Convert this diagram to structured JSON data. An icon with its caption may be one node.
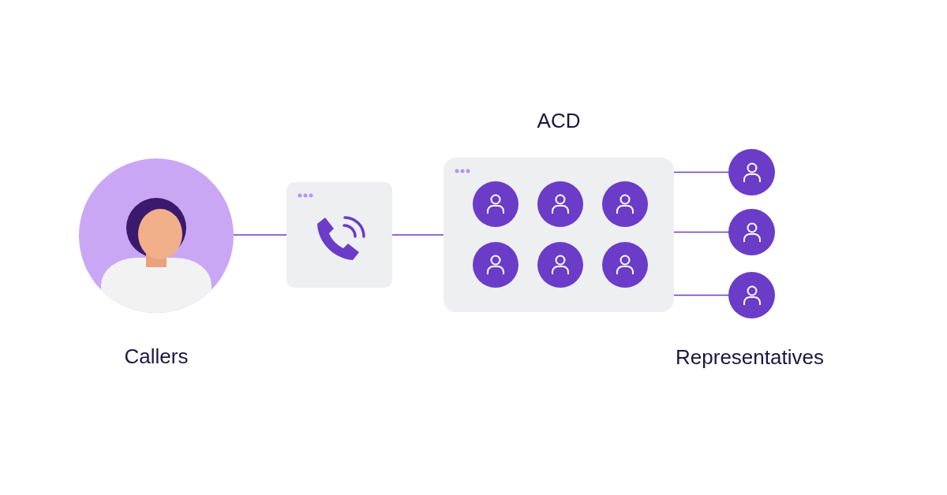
{
  "diagram": {
    "nodes": [
      {
        "text": [],
        "shape": "person",
        "beside": [
          "Callers"
        ]
      },
      {
        "text": [],
        "shape": "box"
      },
      {
        "text": [
          "ACD"
        ]
      },
      {
        "text": [],
        "shape": "circle",
        "in": 2
      },
      {
        "text": [],
        "shape": "circle",
        "in": 2
      },
      {
        "text": [],
        "shape": "circle",
        "in": 2
      },
      {
        "text": [],
        "shape": "circle",
        "in": 2
      },
      {
        "text": [],
        "shape": "circle",
        "in": 2
      },
      {
        "text": [],
        "shape": "circle",
        "in": 2
      },
      {
        "text": [],
        "shape": "circle"
      },
      {
        "text": [],
        "shape": "circle"
      },
      {
        "text": [],
        "shape": "circle"
      }
    ],
    "edges": [
      {
        "from": 0,
        "to": 1,
        "arrow": "none"
      },
      {
        "from": 1,
        "to": 2,
        "arrow": "none"
      },
      {
        "from": 2,
        "to": 9,
        "arrow": "none"
      },
      {
        "from": 2,
        "to": 10,
        "arrow": "none"
      },
      {
        "from": 2,
        "to": 11,
        "arrow": "none"
      }
    ],
    "labels": [
      "Representatives"
    ]
  }
}
